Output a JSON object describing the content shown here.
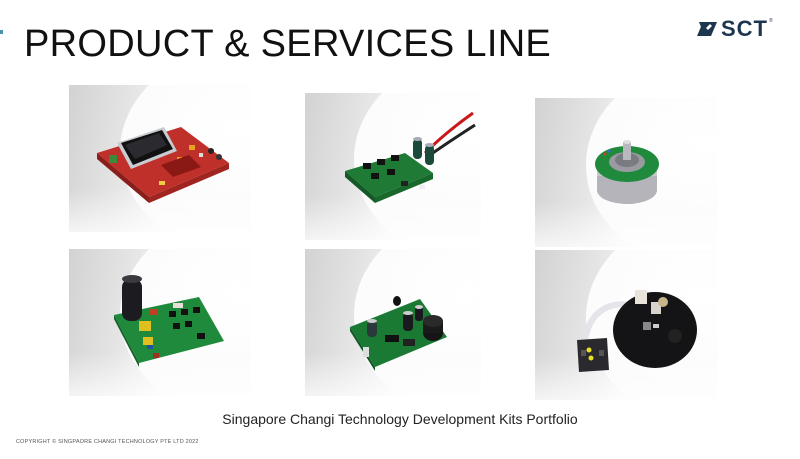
{
  "slide": {
    "title": "PRODUCT & SERVICES LINE",
    "logo": {
      "text": "SCT",
      "registered_mark": "®",
      "brand_color": "#1e3550"
    },
    "caption": "Singapore Changi Technology Development Kits Portfolio",
    "copyright": "COPYRIGHT © SINGPAORE CHANGI TECHNOLOGY PTE LTD  2022"
  },
  "products": [
    {
      "id": "dev-board-lcd",
      "description": "Red development board with LCD display"
    },
    {
      "id": "motor-driver-board",
      "description": "Green motor driver board with capacitors and wires"
    },
    {
      "id": "bldc-motor",
      "description": "Brushless DC motor with green encoder PCB"
    },
    {
      "id": "power-control-board",
      "description": "Green power control board with large capacitor"
    },
    {
      "id": "buzzer-board",
      "description": "Green control board with buzzer"
    },
    {
      "id": "round-controller",
      "description": "Round black controller board with ribbon cable and button module"
    }
  ]
}
